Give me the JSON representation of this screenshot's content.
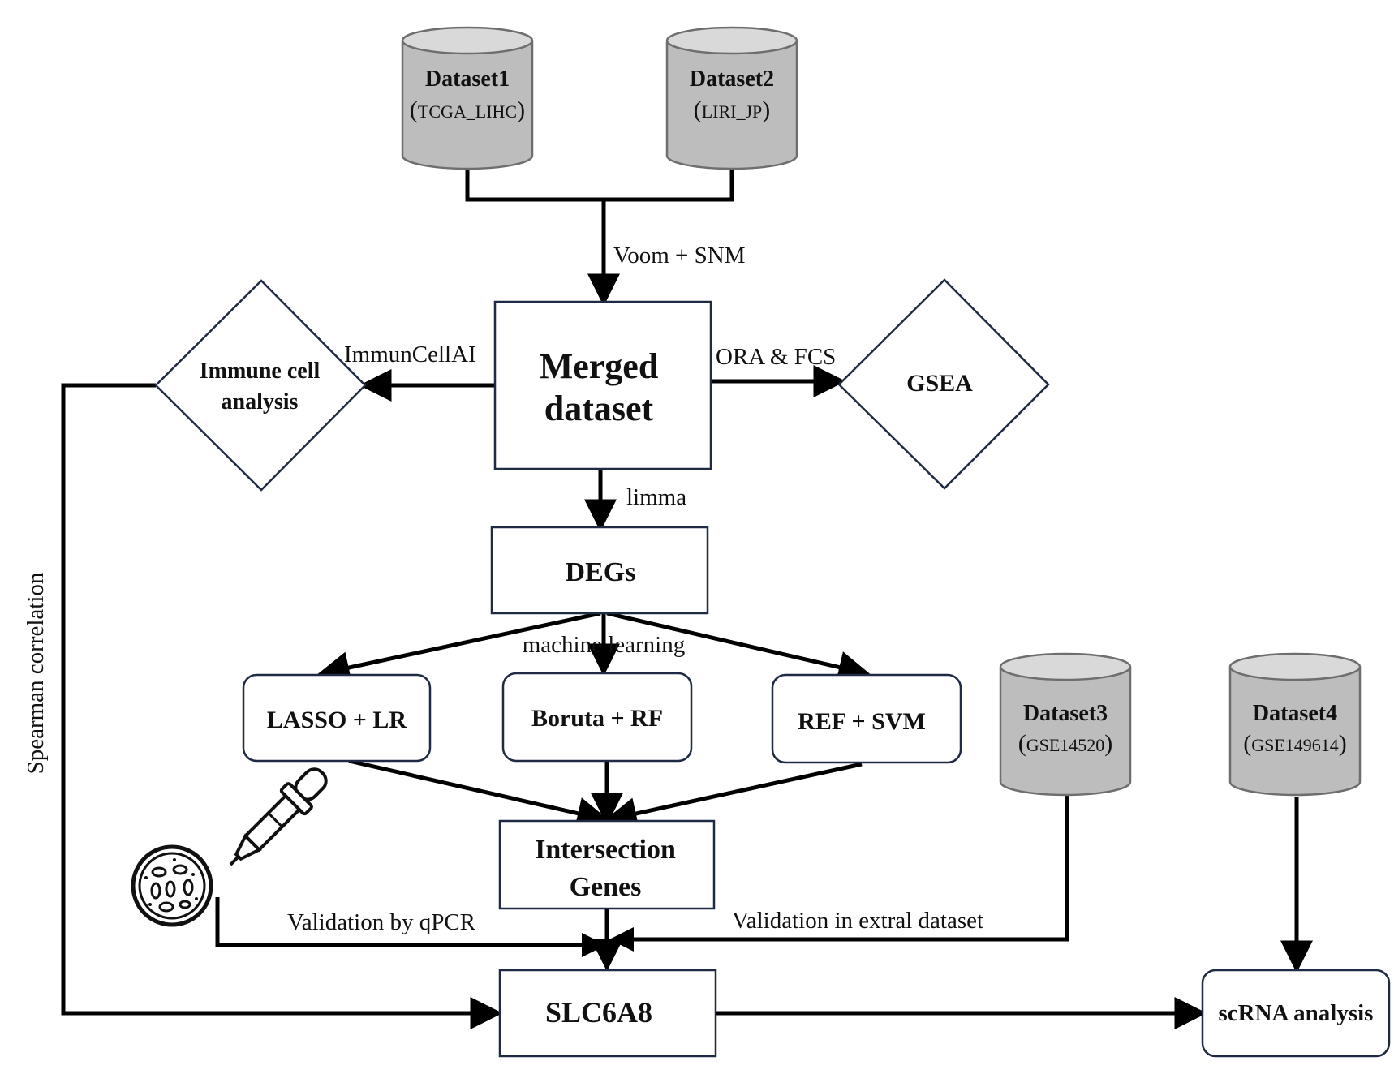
{
  "datasets": {
    "d1": {
      "name": "Dataset1",
      "source": "TCGA_LIHC"
    },
    "d2": {
      "name": "Dataset2",
      "source": "LIRI_JP"
    },
    "d3": {
      "name": "Dataset3",
      "source": "GSE14520"
    },
    "d4": {
      "name": "Dataset4",
      "source": "GSE149614"
    }
  },
  "nodes": {
    "merged_line1": "Merged",
    "merged_line2": "dataset",
    "immune_line1": "Immune cell",
    "immune_line2": "analysis",
    "gsea": "GSEA",
    "degs": "DEGs",
    "lasso": "LASSO + LR",
    "boruta": "Boruta + RF",
    "ref": "REF + SVM",
    "intersection_line1": "Intersection",
    "intersection_line2": "Genes",
    "slc6a8": "SLC6A8",
    "scrna": "scRNA analysis"
  },
  "edge_labels": {
    "voom": "Voom + SNM",
    "immuncellai": "ImmunCellAI",
    "ora_fcs": "ORA & FCS",
    "limma": "limma",
    "machine_learning": "machine learning",
    "qpcr": "Validation by qPCR",
    "extral": "Validation in extral dataset",
    "spearman": "Spearman correlation"
  },
  "icons": [
    "petri-dish-icon",
    "pipette-icon"
  ]
}
